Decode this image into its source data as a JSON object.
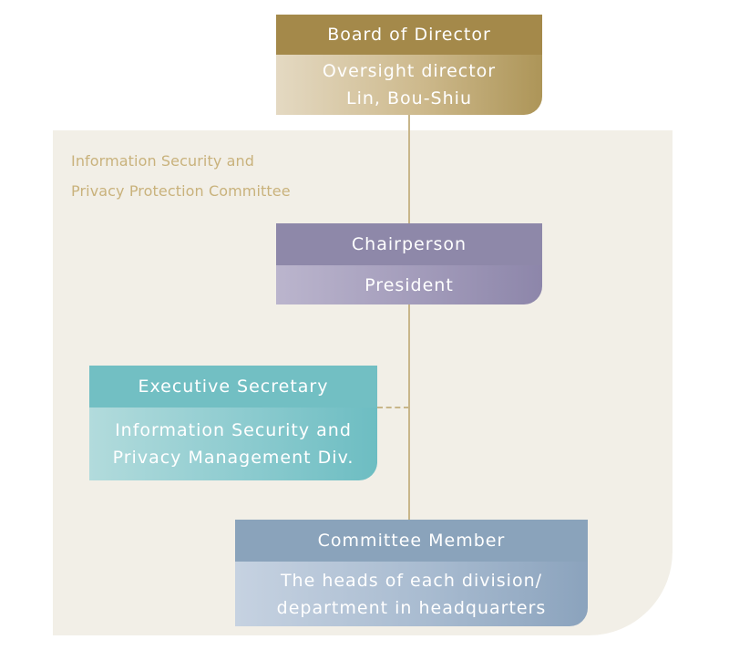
{
  "committee": {
    "title_line1": "Information Security and",
    "title_line2": "Privacy Protection Committee"
  },
  "board": {
    "header": "Board of Director",
    "line1": "Oversight director",
    "line2": "Lin, Bou-Shiu"
  },
  "chair": {
    "header": "Chairperson",
    "line1": "President"
  },
  "secretary": {
    "header": "Executive Secretary",
    "line1": "Information Security and",
    "line2": "Privacy Management Div."
  },
  "member": {
    "header": "Committee Member",
    "line1": "The heads of each division/",
    "line2": "department in headquarters"
  },
  "colors": {
    "board": "#a4894a",
    "chair": "#8e88a9",
    "secretary": "#72bfc3",
    "member": "#8aa3bb",
    "connector": "#c8b68a",
    "panel": "#f2efe7"
  }
}
